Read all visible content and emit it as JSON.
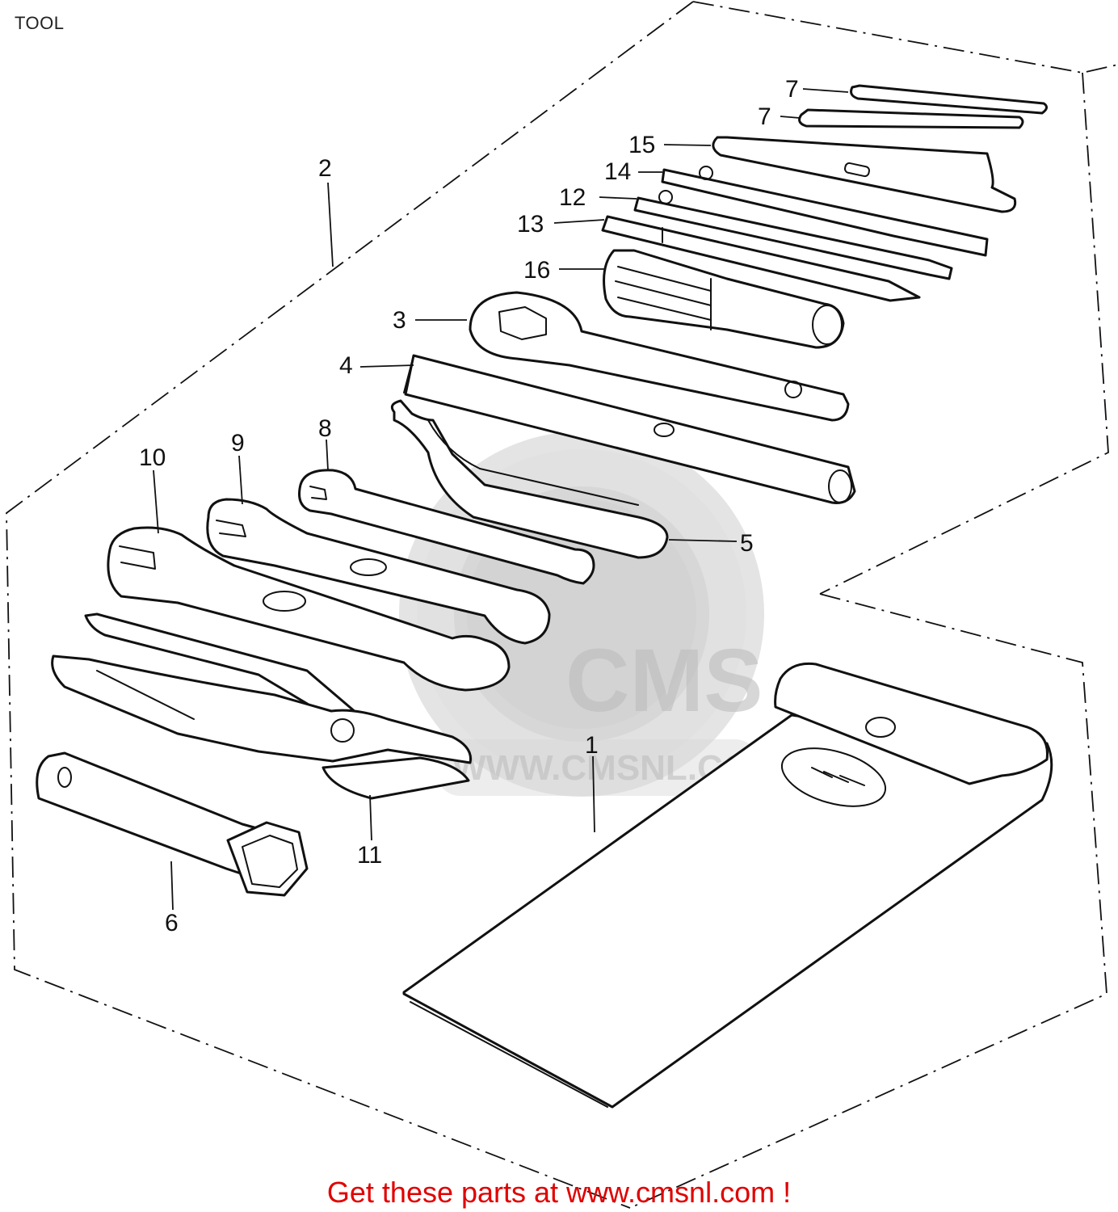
{
  "page_title": "TOOL",
  "watermark": {
    "logo": "CMS",
    "url": "WWW.CMSNL.COM"
  },
  "callouts": [
    "7",
    "7",
    "15",
    "14",
    "12",
    "13",
    "16",
    "2",
    "3",
    "4",
    "8",
    "9",
    "10",
    "5",
    "1",
    "11",
    "6"
  ],
  "parts": [
    {
      "ref": "1",
      "name": "tool-bag"
    },
    {
      "ref": "2",
      "name": "tool-set"
    },
    {
      "ref": "3",
      "name": "ring-spanner"
    },
    {
      "ref": "4",
      "name": "handle-bar"
    },
    {
      "ref": "5",
      "name": "hook-spanner"
    },
    {
      "ref": "6",
      "name": "plug-wrench"
    },
    {
      "ref": "7",
      "name": "feeler-blade"
    },
    {
      "ref": "8",
      "name": "open-end-wrench-small"
    },
    {
      "ref": "9",
      "name": "open-end-wrench-medium"
    },
    {
      "ref": "10",
      "name": "open-end-wrench-large"
    },
    {
      "ref": "11",
      "name": "pliers"
    },
    {
      "ref": "12",
      "name": "screwdriver-blade"
    },
    {
      "ref": "13",
      "name": "screwdriver-phillips"
    },
    {
      "ref": "14",
      "name": "screwdriver-small"
    },
    {
      "ref": "15",
      "name": "tire-lever"
    },
    {
      "ref": "16",
      "name": "screwdriver-grip"
    }
  ],
  "footer_cta": "Get these parts at www.cmsnl.com !",
  "colors": {
    "cta": "#e00000",
    "line": "#111111",
    "watermark": "#c9c9c9"
  }
}
